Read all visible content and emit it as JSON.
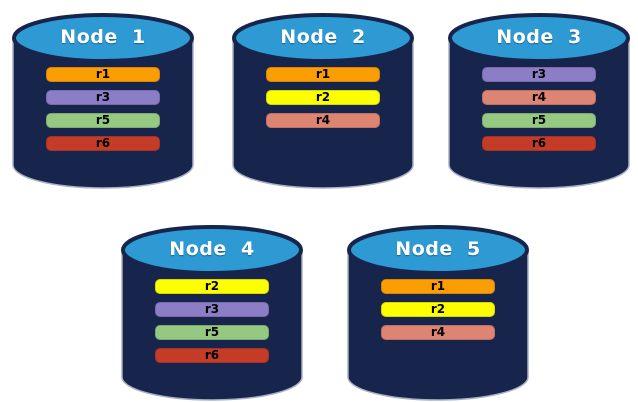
{
  "diagram": {
    "nodes": [
      {
        "label": "Node  1",
        "replicas": [
          "r1",
          "r3",
          "r5",
          "r6"
        ]
      },
      {
        "label": "Node  2",
        "replicas": [
          "r1",
          "r2",
          "r4"
        ]
      },
      {
        "label": "Node  3",
        "replicas": [
          "r3",
          "r4",
          "r5",
          "r6"
        ]
      },
      {
        "label": "Node  4",
        "replicas": [
          "r2",
          "r3",
          "r5",
          "r6"
        ]
      },
      {
        "label": "Node  5",
        "replicas": [
          "r1",
          "r2",
          "r4"
        ]
      }
    ],
    "replica_colors": {
      "r1": "#FB9E04",
      "r2": "#FDFF00",
      "r3": "#8C7EC6",
      "r4": "#DD8572",
      "r5": "#95C981",
      "r6": "#C43C28"
    },
    "colors": {
      "cylinder_body": "#17244B",
      "cylinder_top": "#2E9AD3",
      "cylinder_outline": "#A7B0C4",
      "label_text": "#FFFFFF",
      "bar_text": "#000000"
    }
  }
}
